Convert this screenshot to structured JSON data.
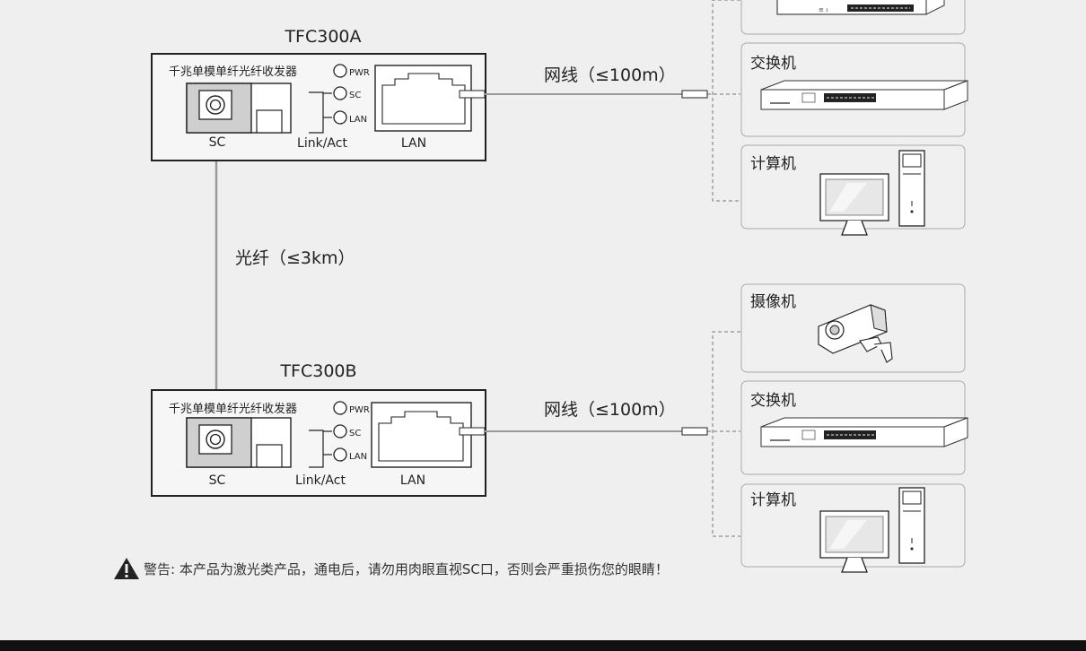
{
  "units": [
    {
      "model": "TFC300A",
      "device_label": "千兆单模单纤光纤收发器",
      "leds": [
        "PWR",
        "SC",
        "LAN"
      ],
      "port_labels": [
        "SC",
        "Link/Act",
        "LAN"
      ],
      "cable_label": "网线（≤100m）"
    },
    {
      "model": "TFC300B",
      "device_label": "千兆单模单纤光纤收发器",
      "leds": [
        "PWR",
        "SC",
        "LAN"
      ],
      "port_labels": [
        "SC",
        "Link/Act",
        "LAN"
      ],
      "cable_label": "网线（≤100m）"
    }
  ],
  "fiber_label": "光纤（≤3km）",
  "endpoints": {
    "top": [
      "",
      "交换机",
      "计算机"
    ],
    "bottom": [
      "摄像机",
      "交换机",
      "计算机"
    ]
  },
  "warning": "警告: 本产品为激光类产品，通电后，请勿用肉眼直视SC口，否则会严重损伤您的眼睛！",
  "icons": [
    "warning-icon",
    "fiber-sc-port-icon",
    "rj45-port-icon",
    "rj45-plug-icon",
    "switch-icon",
    "computer-icon",
    "camera-icon"
  ],
  "colors": {
    "background": "#efefef",
    "line": "#222222",
    "box_border": "#aaaaaa",
    "footer": "#111111"
  }
}
